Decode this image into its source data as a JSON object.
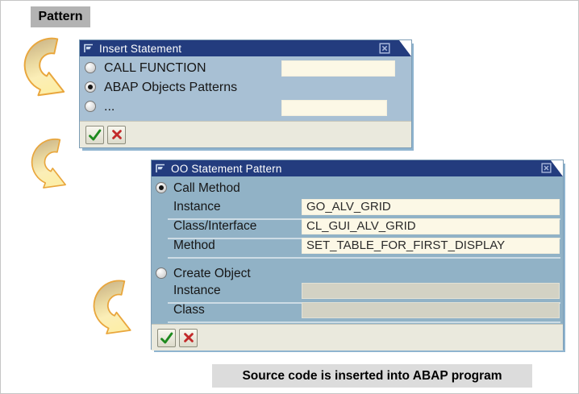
{
  "pattern_label": "Pattern",
  "caption": "Source code is inserted into ABAP program",
  "insert_dialog": {
    "title": "Insert Statement",
    "options": [
      {
        "label": "CALL FUNCTION",
        "selected": false,
        "field_value": ""
      },
      {
        "label": "ABAP Objects Patterns",
        "selected": true
      },
      {
        "label": "...",
        "selected": false,
        "field_value": ""
      }
    ]
  },
  "oo_dialog": {
    "title": "OO Statement Pattern",
    "call_method": {
      "label": "Call Method",
      "selected": true,
      "fields": [
        {
          "label": "Instance",
          "value": "GO_ALV_GRID"
        },
        {
          "label": "Class/Interface",
          "value": "CL_GUI_ALV_GRID"
        },
        {
          "label": "Method",
          "value": "SET_TABLE_FOR_FIRST_DISPLAY"
        }
      ]
    },
    "create_object": {
      "label": "Create Object",
      "selected": false,
      "fields": [
        {
          "label": "Instance",
          "value": ""
        },
        {
          "label": "Class",
          "value": ""
        }
      ]
    }
  },
  "icons": {
    "titlebar_left": "dialog-flag-icon",
    "titlebar_right": "close-icon",
    "confirm": "green-checkmark-icon",
    "cancel": "red-x-icon",
    "arrows": "curved-yellow-arrow-icon"
  },
  "colors": {
    "navy": "#233c7e",
    "body1": "#a8c0d4",
    "body2": "#91b2c6",
    "footer": "#eae9dd",
    "field_bg": "#fcf8e6",
    "field_disabled": "#d3d2c4",
    "label_gray": "#b3b3b3",
    "caption_gray": "#dcdcdc",
    "check_green": "#1e8a1e",
    "x_red": "#c22a2a",
    "arrow_tan": "#c5ad82",
    "arrow_yellow": "#fbeeb7",
    "arrow_outline": "#e9a63c"
  }
}
